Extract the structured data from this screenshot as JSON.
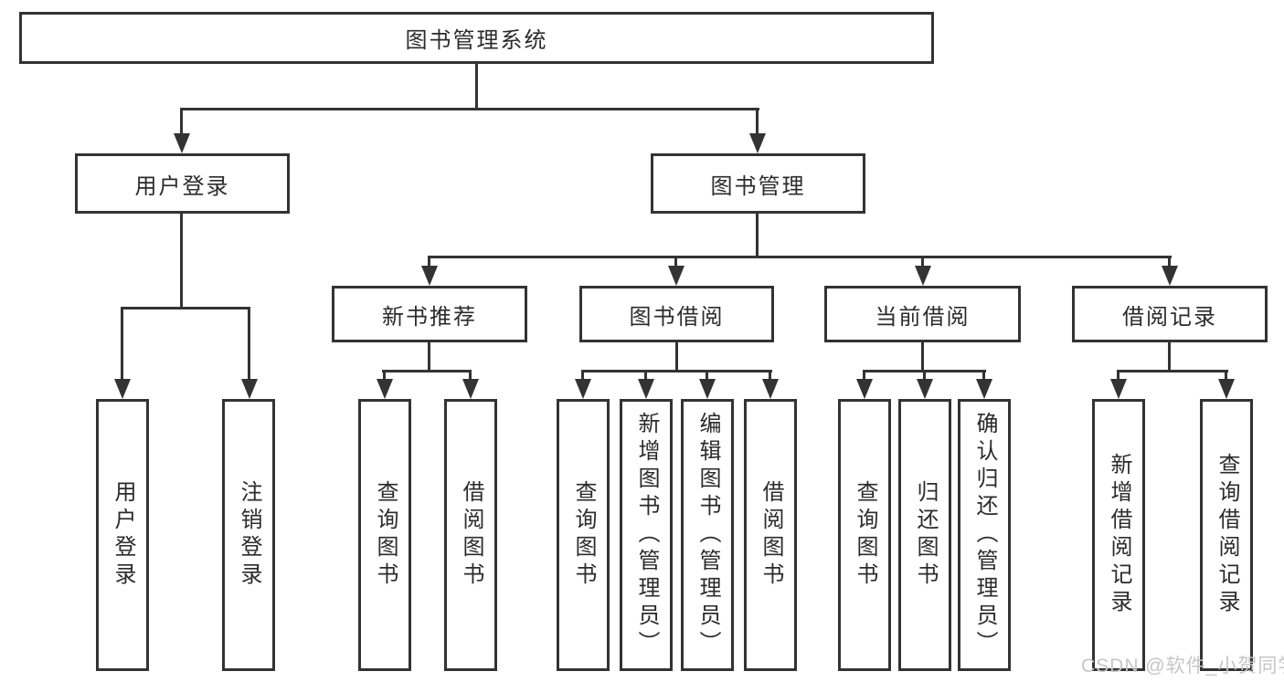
{
  "tree": {
    "label": "图书管理系统",
    "children": [
      {
        "label": "用户登录",
        "children": [
          {
            "label": "用户登录"
          },
          {
            "label": "注销登录"
          }
        ]
      },
      {
        "label": "图书管理",
        "children": [
          {
            "label": "新书推荐",
            "children": [
              {
                "label": "查询图书"
              },
              {
                "label": "借阅图书"
              }
            ]
          },
          {
            "label": "图书借阅",
            "children": [
              {
                "label": "查询图书"
              },
              {
                "label": "新增图书（管理员）"
              },
              {
                "label": "编辑图书（管理员）"
              },
              {
                "label": "借阅图书"
              }
            ]
          },
          {
            "label": "当前借阅",
            "children": [
              {
                "label": "查询图书"
              },
              {
                "label": "归还图书"
              },
              {
                "label": "确认归还（管理员）"
              }
            ]
          },
          {
            "label": "借阅记录",
            "children": [
              {
                "label": "新增借阅记录"
              },
              {
                "label": "查询借阅记录"
              }
            ]
          }
        ]
      }
    ]
  },
  "watermark": {
    "text": "CSDN @软件_小贺同学"
  },
  "colors": {
    "line": "#333333",
    "text": "#2b2b2b",
    "watermark": "#c6c6c6",
    "background": "#ffffff"
  }
}
